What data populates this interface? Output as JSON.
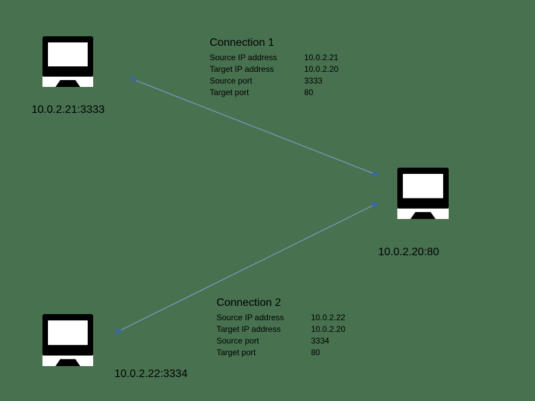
{
  "canvas": {
    "background_color": "#487150"
  },
  "colors": {
    "arrow_line": "#7e9dc8",
    "arrow_head": "#3a67a6",
    "icon_body": "#000000",
    "icon_screen": "#ffffff",
    "text": "#000000"
  },
  "nodes": [
    {
      "label": "10.0.2.21:3333"
    },
    {
      "label": "10.0.2.20:80"
    },
    {
      "label": "10.0.2.22:3334"
    }
  ],
  "connections": [
    {
      "title": "Connection 1",
      "rows": [
        {
          "label": "Source IP address",
          "value": "10.0.2.21"
        },
        {
          "label": "Target IP address",
          "value": "10.0.2.20"
        },
        {
          "label": "Source port",
          "value": "3333"
        },
        {
          "label": "Target port",
          "value": "80"
        }
      ]
    },
    {
      "title": "Connection 2",
      "rows": [
        {
          "label": "Source IP address",
          "value": "10.0.2.22"
        },
        {
          "label": "Target IP address",
          "value": "10.0.2.20"
        },
        {
          "label": "Source port",
          "value": "3334"
        },
        {
          "label": "Target port",
          "value": "80"
        }
      ]
    }
  ]
}
